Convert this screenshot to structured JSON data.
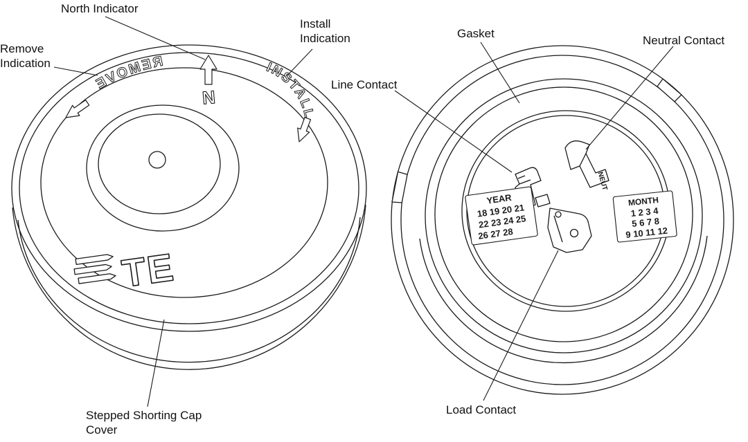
{
  "colors": {
    "ink": "#1a1a1a",
    "background": "#ffffff"
  },
  "callouts": {
    "north_indicator": "North Indicator",
    "install_indication": "Install Indication",
    "remove_indication": "Remove Indication",
    "stepped_shorting_cap_cover": "Stepped Shorting Cap Cover",
    "gasket": "Gasket",
    "line_contact": "Line Contact",
    "neutral_contact": "Neutral Contact",
    "load_contact": "Load Contact"
  },
  "cap_markings": {
    "remove": "REMOVE",
    "install": "INSTALL",
    "north": "N",
    "logo": "TE",
    "neutral_stamp": "NEUT"
  },
  "year_table": {
    "title": "YEAR",
    "rows": [
      "18 19 20 21",
      "22 23 24 25",
      "26 27 28"
    ]
  },
  "month_table": {
    "title": "MONTH",
    "rows": [
      "1 2 3 4",
      "5 6 7 8",
      "9 10 11 12"
    ]
  }
}
